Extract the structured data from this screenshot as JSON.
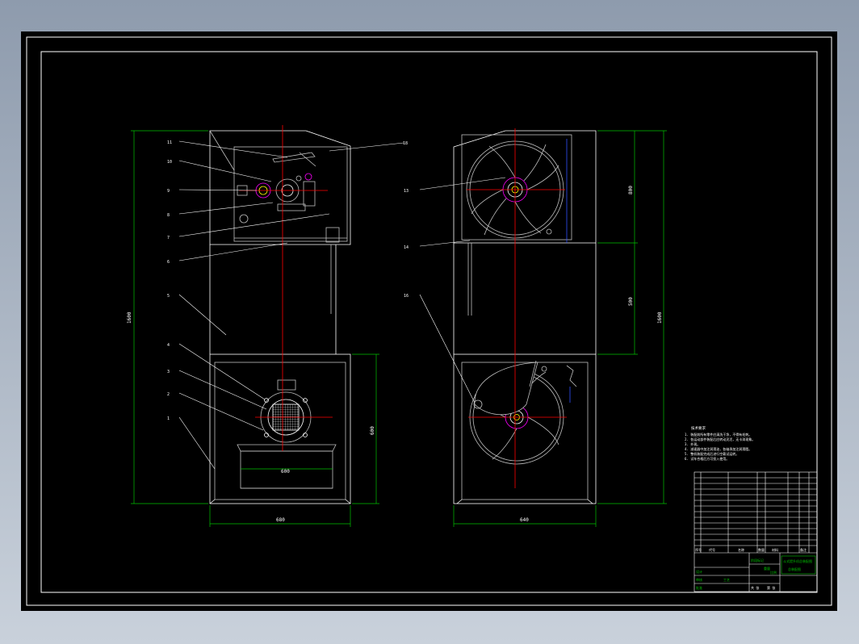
{
  "theme": {
    "background": "#000000",
    "frame": "#ffffff",
    "dimension": "#00c000",
    "centerline": "#ff0000",
    "leader": "#ffffff",
    "part_gray": "#c0c0c0",
    "accent_magenta": "#ff00ff",
    "accent_blue": "#3050ff",
    "accent_yellow": "#ffff00"
  },
  "front_view": {
    "callouts": [
      "11",
      "10",
      "9",
      "8",
      "7",
      "6",
      "5",
      "4",
      "3",
      "2",
      "1"
    ],
    "dim_height": "1600",
    "dim_width": "680",
    "dim_lower": "600",
    "dim_opening": "600"
  },
  "side_view": {
    "callouts": [
      "18",
      "13",
      "14",
      "16"
    ],
    "dim_upper": "800",
    "dim_middle": "500",
    "dim_total": "1600",
    "dim_width": "640"
  },
  "notes": {
    "title": "技术要求",
    "lines": [
      "1. 装配前所有零件应清洗干净，不得有毛刺。",
      "2. 各运动部件装配后应转动灵活，无卡滞现象。",
      "3. 外观。",
      "4. 减速器中加注润滑油，各轴承加注润滑脂。",
      "5. 整机装配完成后进行空载试运转。",
      "6. 试车合格后方可投入使用。"
    ]
  },
  "title_block": {
    "header": [
      "序号",
      "代号",
      "名称",
      "数量",
      "材料",
      "备注"
    ],
    "title_green": [
      "斗式提升机总装配图",
      "总装配图"
    ],
    "sign_labels": [
      "设计",
      "审核",
      "工艺",
      "批准"
    ],
    "scale_labels": [
      "阶段标记",
      "重量",
      "比例"
    ],
    "sheet_text": [
      "共 张",
      "第 张"
    ]
  }
}
